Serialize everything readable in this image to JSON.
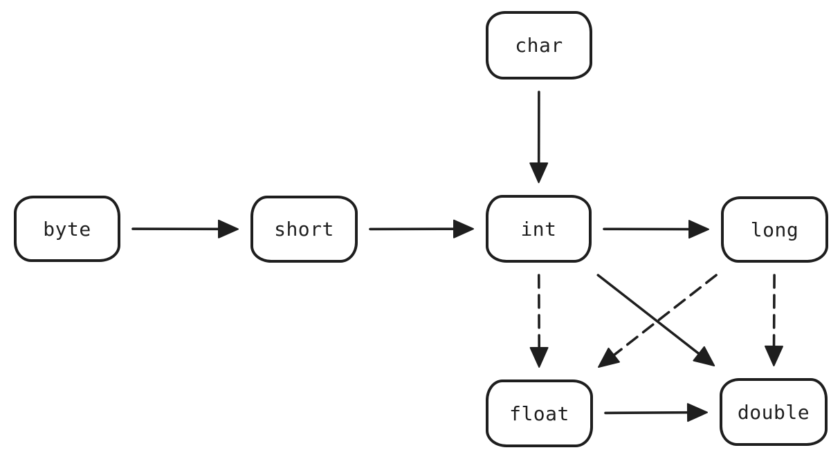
{
  "diagram": {
    "background_color": "#ffffff",
    "stroke_color": "#1e1e1e",
    "nodes": [
      {
        "id": "byte",
        "label": "byte"
      },
      {
        "id": "short",
        "label": "short"
      },
      {
        "id": "char",
        "label": "char"
      },
      {
        "id": "int",
        "label": "int"
      },
      {
        "id": "long",
        "label": "long"
      },
      {
        "id": "float",
        "label": "float"
      },
      {
        "id": "double",
        "label": "double"
      }
    ],
    "edges": [
      {
        "from": "byte",
        "to": "short",
        "line_style": "solid"
      },
      {
        "from": "short",
        "to": "int",
        "line_style": "solid"
      },
      {
        "from": "char",
        "to": "int",
        "line_style": "solid"
      },
      {
        "from": "int",
        "to": "long",
        "line_style": "solid"
      },
      {
        "from": "int",
        "to": "float",
        "line_style": "dashed"
      },
      {
        "from": "int",
        "to": "double",
        "line_style": "solid"
      },
      {
        "from": "long",
        "to": "float",
        "line_style": "dashed"
      },
      {
        "from": "long",
        "to": "double",
        "line_style": "dashed"
      },
      {
        "from": "float",
        "to": "double",
        "line_style": "solid"
      }
    ]
  }
}
